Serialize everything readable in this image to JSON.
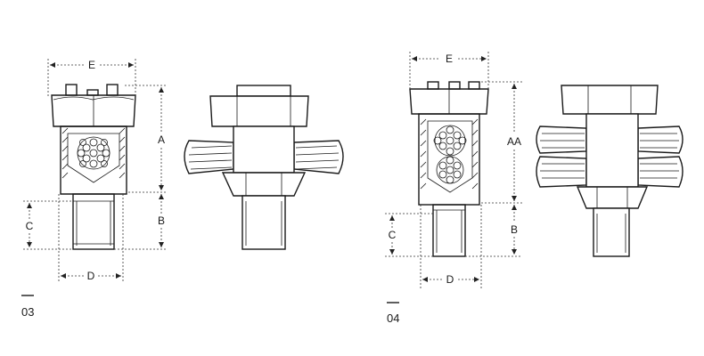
{
  "figure_03": {
    "number": "03",
    "labels": {
      "e": "E",
      "a": "A",
      "b": "B",
      "c": "C",
      "d": "D"
    }
  },
  "figure_04": {
    "number": "04",
    "labels": {
      "e": "E",
      "aa": "AA",
      "b": "B",
      "c": "C",
      "d": "D"
    }
  }
}
